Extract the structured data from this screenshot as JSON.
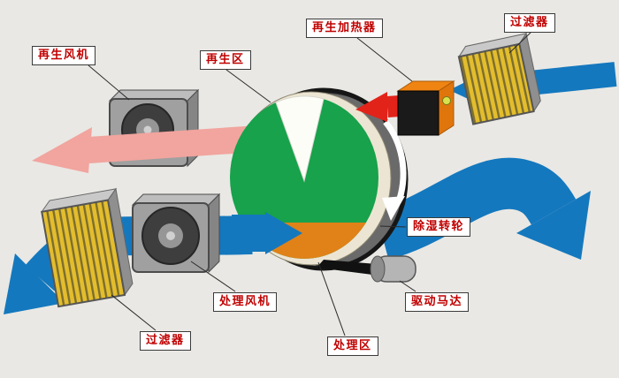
{
  "diagram": {
    "type": "desiccant-wheel-dehumidifier-schematic",
    "labels": {
      "regen_fan": "再生风机",
      "regen_zone": "再生区",
      "regen_heater": "再生加热器",
      "filter_top": "过滤器",
      "desiccant_wheel": "除湿转轮",
      "drive_motor": "驱动马达",
      "process_fan": "处理风机",
      "filter_bottom": "过滤器",
      "process_zone": "处理区"
    },
    "colors": {
      "background": "#e9e8e4",
      "process_air_blue": "#1478be",
      "regen_exhaust_pink": "#f2a49e",
      "hot_air_red": "#e2231a",
      "wheel_green": "#17a24b",
      "wheel_orange": "#e08218",
      "filter_yellow": "#e3bd2d",
      "machine_gray": "#9e9e9e",
      "label_text_red": "#c00000"
    }
  }
}
